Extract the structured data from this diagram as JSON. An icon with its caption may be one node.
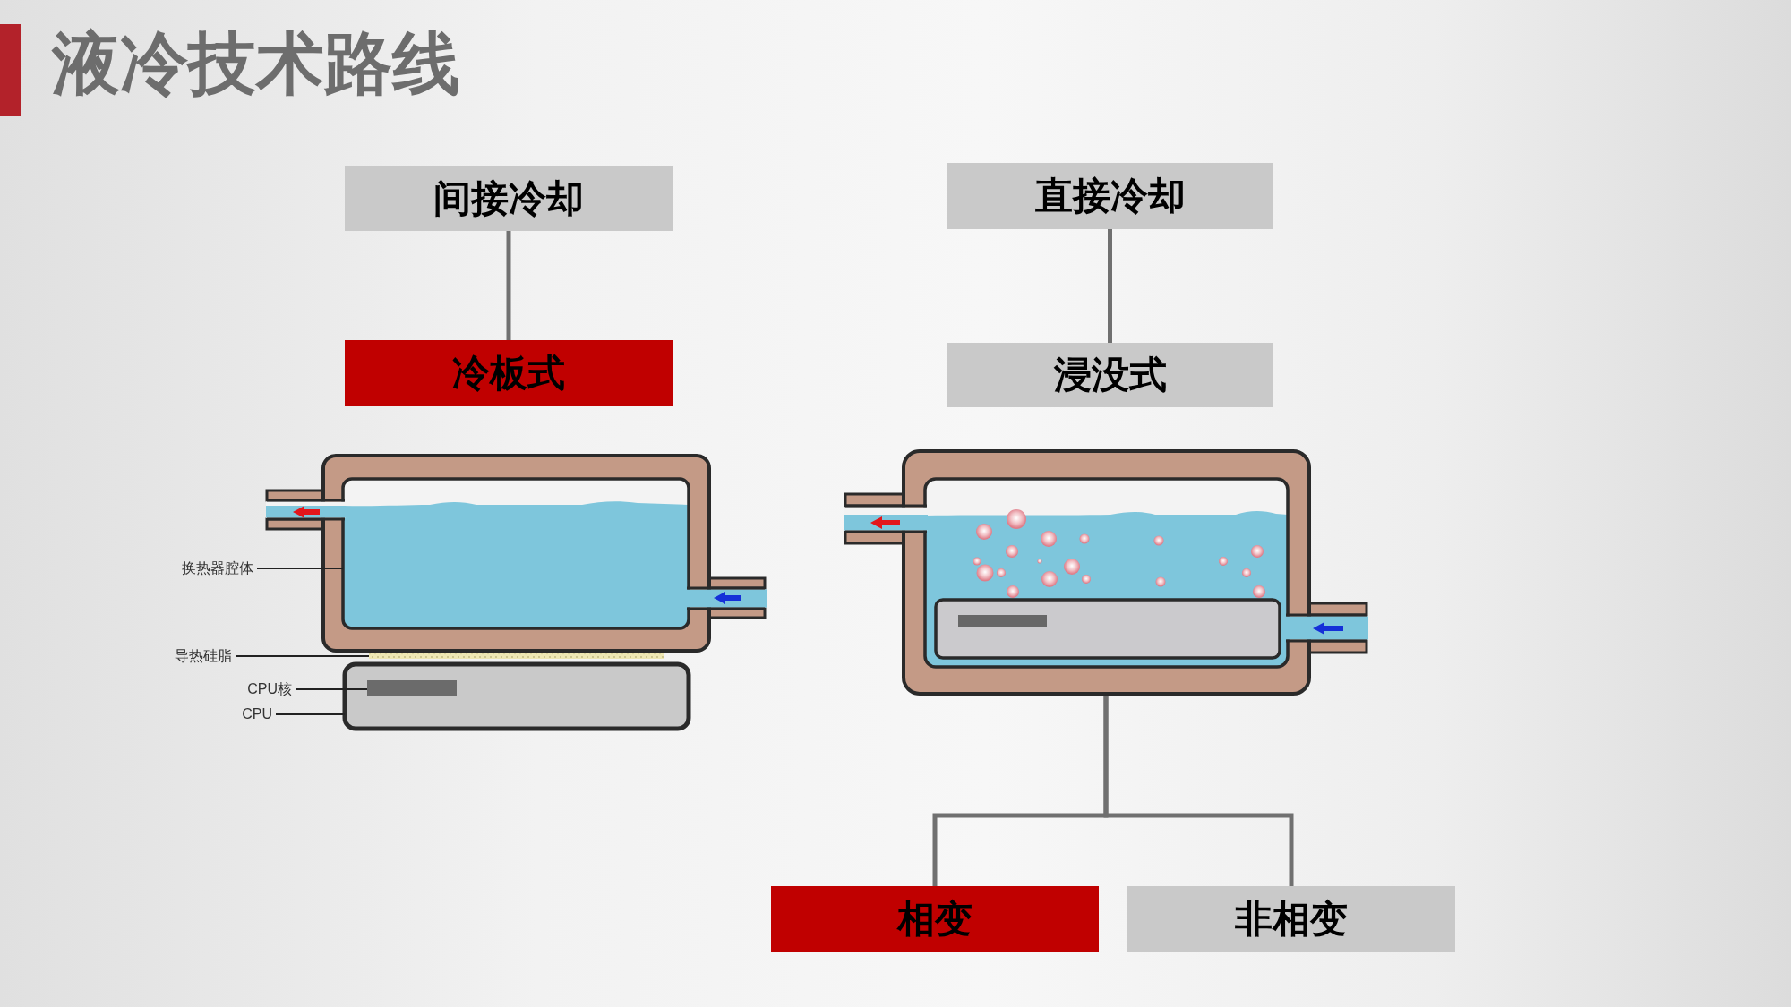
{
  "diagram": {
    "title": "液冷技术路线",
    "nodes": [
      {
        "text": [
          "间接冷却"
        ]
      },
      {
        "text": [
          "冷板式"
        ]
      },
      {
        "text": [
          "直接冷却"
        ]
      },
      {
        "text": [
          "浸没式"
        ]
      },
      {
        "text": [
          "换热器腔体"
        ]
      },
      {
        "text": [],
        "shape": "box"
      },
      {
        "text": [
          "导热硅脂"
        ]
      },
      {
        "text": [],
        "shape": "bar"
      },
      {
        "text": [
          "CPU核"
        ]
      },
      {
        "text": [
          "CPU"
        ]
      },
      {
        "text": [],
        "shape": "box"
      },
      {
        "text": [],
        "shape": "bar",
        "in": 10
      },
      {
        "text": [],
        "shape": "picture"
      },
      {
        "text": [
          "相变"
        ]
      },
      {
        "text": [
          "非相变"
        ]
      }
    ],
    "edges": [
      {
        "from": 0,
        "to": 1,
        "arrow": "none",
        "style": "thick"
      },
      {
        "from": 2,
        "to": 3,
        "arrow": "none",
        "style": "thick"
      },
      {
        "from": 4,
        "to": 5,
        "arrow": "none",
        "color": "#222222"
      },
      {
        "from": 6,
        "to": 7,
        "arrow": "none",
        "color": "#222222"
      },
      {
        "from": 8,
        "to": 11,
        "arrow": "none",
        "color": "#222222"
      },
      {
        "from": 9,
        "to": 10,
        "arrow": "none",
        "color": "#222222"
      },
      {
        "from": 12,
        "to": 13,
        "arrow": "none",
        "style": "thick"
      },
      {
        "from": 12,
        "to": 14,
        "arrow": "none",
        "style": "thick"
      }
    ]
  }
}
